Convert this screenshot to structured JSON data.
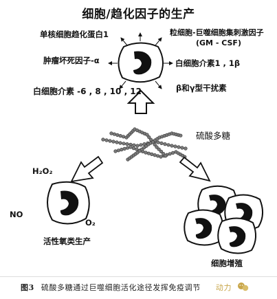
{
  "title": "细胞/趋化因子的生产",
  "cytokines": {
    "mcp1": "单核细胞趋化蛋白1",
    "tnf": "肿瘤坏死因子-α",
    "il_6_8_10_12": "白细胞介素 -6 , 8 , 10 , 12",
    "gmcsf_line1": "粒细胞-巨噬细胞集刺激因子",
    "gmcsf_line2": "(GM - CSF)",
    "il1": "白细胞介素1 , 1β",
    "ifn": "β和γ型干扰素"
  },
  "polysaccharide_label": "硫酸多糖",
  "reactive": {
    "h2o2": "H₂O₂",
    "no": "NO",
    "o2": "O₂",
    "caption": "活性氧类生产"
  },
  "proliferation_label": "细胞增殖",
  "figure_caption": {
    "number": "图3",
    "text": "硫酸多糖通过巨噬细胞活化途径发挥免疫调节",
    "brand_icon": "wechat-logo-icon",
    "brand": "动力"
  }
}
